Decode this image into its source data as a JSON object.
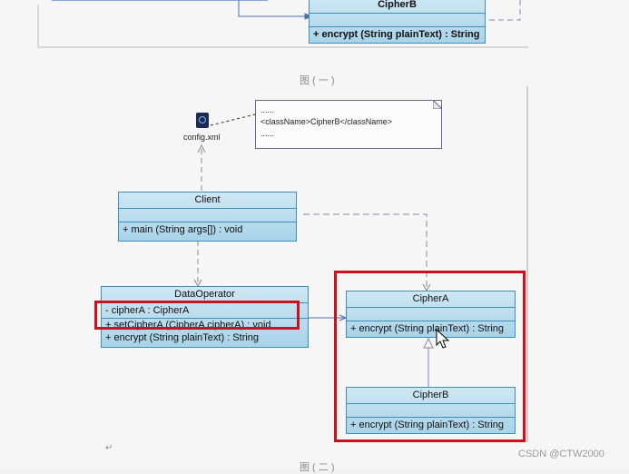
{
  "top": {
    "class_name": "CipherB",
    "method": "+  encrypt (String plainText)  : String"
  },
  "captions": {
    "figure1": "图 ( 一 )",
    "figure2": "图 ( 二 )"
  },
  "note": {
    "line1": "......",
    "line2": "<className>CipherB</className>",
    "line3": "......"
  },
  "config": {
    "label": "config.xml",
    "icon": "xml-file-icon"
  },
  "classes": {
    "client": {
      "name": "Client",
      "attributes": "",
      "method": "+  main (String args[])  : void"
    },
    "dataoperator": {
      "name": "DataOperator",
      "attribute": "-  cipherA  : CipherA",
      "method1": "+  setCipherA (CipherA cipherA)  : void",
      "method2": "+  encrypt (String plainText)           : String"
    },
    "cipherA": {
      "name": "CipherA",
      "method": "+  encrypt (String plainText)  : String"
    },
    "cipherB": {
      "name": "CipherB",
      "method": "+  encrypt (String plainText)  : String"
    }
  },
  "highlight_color": "#c8131f",
  "watermark": "CSDN @CTW2000",
  "return_mark": "↵"
}
